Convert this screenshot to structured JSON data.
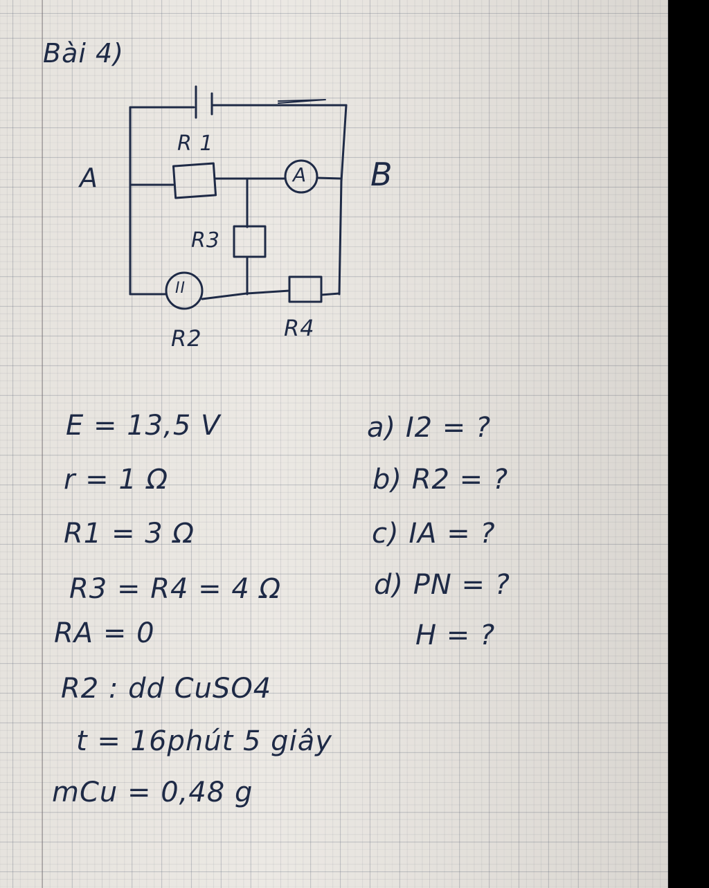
{
  "title": "Bài 4)",
  "circuit": {
    "node_a": "A",
    "node_b": "B",
    "r1_label": "R 1",
    "r2_label": "R2",
    "r3_label": "R3",
    "r4_label": "R4",
    "ammeter_symbol": "A",
    "cell_symbol": "II"
  },
  "givens": [
    "E = 13,5 V",
    "r = 1 Ω",
    "R1 = 3 Ω",
    "R3 = R4 = 4 Ω",
    "RA = 0",
    "R2 : dd CuSO4",
    "t = 16phút 5 giây",
    "mCu = 0,48 g"
  ],
  "questions": [
    "a) I2 = ?",
    "b) R2 = ?",
    "c) IA = ?",
    "d) PN = ?",
    "H = ?"
  ],
  "colors": {
    "ink": "#1e2a46",
    "paper": "#ece9e4",
    "grid": "#5a6478"
  }
}
